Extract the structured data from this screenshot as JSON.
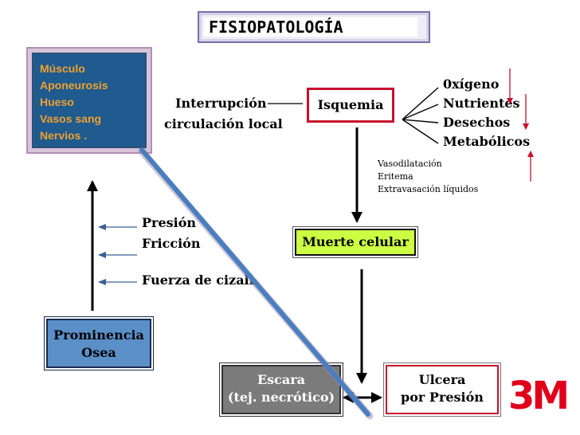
{
  "title": "FISIOPATOLOGÍA",
  "tissues": [
    "Músculo",
    "Aponeurosis",
    "Hueso",
    "Vasos sang",
    "Nervios ."
  ],
  "interruption": [
    "Interrupción",
    "circulación local"
  ],
  "isquemia": "Isquemia",
  "effects": [
    "0xígeno",
    "Nutrientes",
    "Desechos",
    "Metabólicos"
  ],
  "vascular": [
    "Vasodilatación",
    "Eritema",
    "Extravasación líquidos"
  ],
  "forces": [
    "Presión",
    "Fricción",
    "Fuerza de cizall."
  ],
  "muerte": "Muerte celular",
  "prominencia": [
    "Prominencia",
    "Osea"
  ],
  "escara": [
    "Escara",
    "(tej. necrótico)"
  ],
  "ulcera": [
    "Ulcera",
    "por Presión"
  ],
  "logo": "3M",
  "colors": {
    "tissue_bg": "#1f5b8e",
    "tissue_text": "#f0a030",
    "isquemia_border": "#c8102e",
    "muerte_bg": "#ccff44",
    "prominencia_bg": "#5b8fc8",
    "escara_bg": "#7b7b7b",
    "logo": "#e0001a",
    "diagonal_line": "#4a7ec0"
  }
}
